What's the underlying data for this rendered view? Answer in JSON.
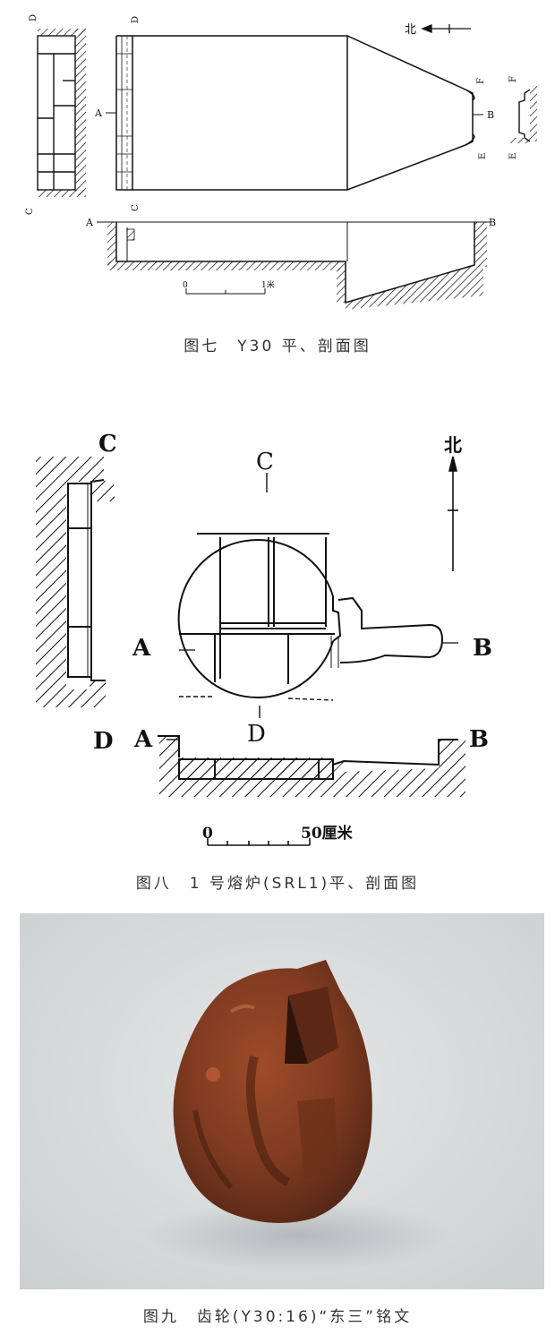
{
  "figure7": {
    "caption": "图七　Y30 平、剖面图",
    "labels": {
      "c_left": "C",
      "c_mid": "C",
      "d_top": "D",
      "a_plan": "A",
      "north": "北",
      "f_right": "F",
      "b_plan": "B",
      "e_right": "E",
      "f_side": "F",
      "e_side": "E",
      "a_sec": "A",
      "b_sec": "B",
      "scale_zero": "0",
      "scale_one": "1米"
    }
  },
  "figure8": {
    "caption": "图八　1 号熔炉(SRL1)平、剖面图",
    "labels": {
      "c_side": "C",
      "d_side": "D",
      "c_top": "C",
      "a_plan": "A",
      "b_plan": "B",
      "d_bottom": "D",
      "north": "北",
      "a_sec": "A",
      "b_sec": "B",
      "scale_zero": "0",
      "scale_fifty": "50厘米"
    }
  },
  "figure9": {
    "caption": "图九　齿轮(Y30:16)“东三”铭文"
  },
  "colors": {
    "line": "#111111",
    "photo_bg": "#d6d9da",
    "artifact": "#8a3f22"
  }
}
